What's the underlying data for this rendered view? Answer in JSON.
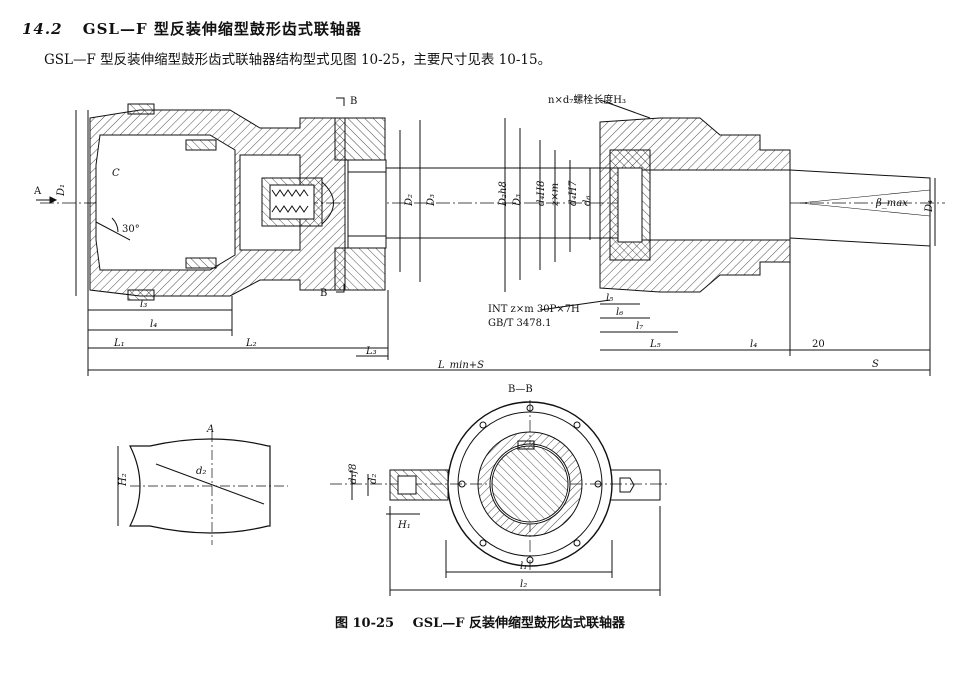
{
  "section": {
    "number": "14.2",
    "title": "GSL—F 型反装伸缩型鼓形齿式联轴器"
  },
  "intro": "GSL—F 型反装伸缩型鼓形齿式联轴器结构型式见图 10-25，主要尺寸见表 10-15。",
  "figure": {
    "number": "图 10-25",
    "title": "GSL—F 反装伸缩型鼓形齿式联轴器",
    "labels": {
      "bolt": "n×d₇螺栓长度H₃",
      "spline": "INT z×m   30P×7H",
      "standard": "GB/T 3478.1",
      "section_b_top": "B",
      "section_b_bottom": "B",
      "section_title": "B—B",
      "view_a": "A",
      "view_a_left": "A",
      "angle": "30°",
      "c": "C",
      "D1": "D₁",
      "D2": "D₂",
      "D3": "D₃",
      "D4": "D₄",
      "D2h8": "D₂h8",
      "D3b": "D₃",
      "d4H8": "d₄H8",
      "zxm": "z×m",
      "d4H7": "d₄H7",
      "d6": "d₆",
      "beta": "β_max",
      "d5": "D₄",
      "l3": "l₃",
      "l4": "l₄",
      "L1": "L₁",
      "L2": "L₂",
      "L3": "L₃",
      "Lmin": "L_min+S",
      "l5": "l₅",
      "l6": "l₆",
      "l7": "l₇",
      "L5": "L₅",
      "l4b": "l₄",
      "twenty": "20",
      "S": "S",
      "H2": "H₂",
      "d2": "d₂",
      "d1f8": "d₁f8",
      "d2b": "d₂",
      "H1": "H₁",
      "l1": "l₁",
      "l2": "l₂"
    }
  }
}
